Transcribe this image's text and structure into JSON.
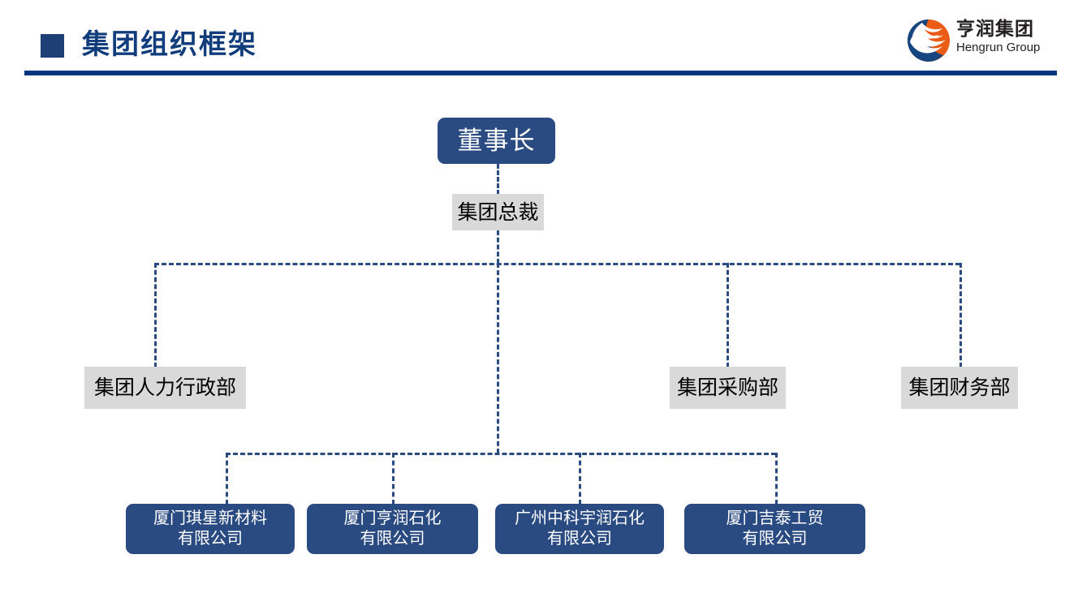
{
  "header": {
    "title": "集团组织框架",
    "bullet_color": "#1d3f76",
    "title_color": "#123d7d",
    "rule_color": "#01367f"
  },
  "logo": {
    "name_cn": "亨润集团",
    "name_en": "Hengrun Group",
    "mark_orange": "#ea5b16",
    "mark_blue": "#15467f"
  },
  "palette": {
    "node_blue": "#2a4a82",
    "node_gray": "#d9d9d9",
    "connector": "#2a4a82",
    "text_on_blue": "#ffffff",
    "text_on_gray": "#000000"
  },
  "chart_data": {
    "type": "diagram",
    "subtype": "org-chart",
    "title": "集团组织框架",
    "orientation": "top-down",
    "connector_style": "dashed",
    "nodes": [
      {
        "id": "chairman",
        "label": "董事长",
        "level": 0,
        "style": "blue"
      },
      {
        "id": "president",
        "label": "集团总裁",
        "level": 1,
        "style": "gray"
      },
      {
        "id": "hr",
        "label": "集团人力行政部",
        "level": 2,
        "style": "gray"
      },
      {
        "id": "proc",
        "label": "集团采购部",
        "level": 2,
        "style": "gray"
      },
      {
        "id": "fin",
        "label": "集团财务部",
        "level": 2,
        "style": "gray"
      },
      {
        "id": "sub0",
        "label": "厦门琪星新材料\n有限公司",
        "level": 3,
        "style": "blue"
      },
      {
        "id": "sub1",
        "label": "厦门亨润石化\n有限公司",
        "level": 3,
        "style": "blue"
      },
      {
        "id": "sub2",
        "label": "广州中科宇润石化\n有限公司",
        "level": 3,
        "style": "blue"
      },
      {
        "id": "sub3",
        "label": "厦门吉泰工贸\n有限公司",
        "level": 3,
        "style": "blue"
      }
    ],
    "edges": [
      {
        "from": "chairman",
        "to": "president"
      },
      {
        "from": "president",
        "to": "hr"
      },
      {
        "from": "president",
        "to": "proc"
      },
      {
        "from": "president",
        "to": "fin"
      },
      {
        "from": "president",
        "to": "sub0"
      },
      {
        "from": "president",
        "to": "sub1"
      },
      {
        "from": "president",
        "to": "sub2"
      },
      {
        "from": "president",
        "to": "sub3"
      }
    ]
  }
}
